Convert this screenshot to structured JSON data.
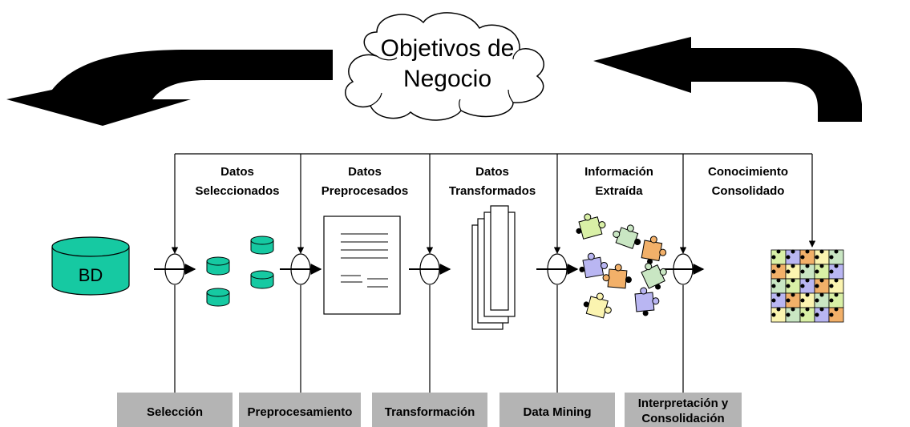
{
  "cloud": {
    "line1": "Objetivos de",
    "line2": "Negocio"
  },
  "database": {
    "label": "BD"
  },
  "stages": [
    {
      "line1": "Datos",
      "line2": "Seleccionados"
    },
    {
      "line1": "Datos",
      "line2": "Preprocesados"
    },
    {
      "line1": "Datos",
      "line2": "Transformados"
    },
    {
      "line1": "Información",
      "line2": "Extraída"
    },
    {
      "line1": "Conocimiento",
      "line2": "Consolidado"
    }
  ],
  "steps": [
    {
      "line1": "Selección",
      "line2": ""
    },
    {
      "line1": "Preprocesamiento",
      "line2": ""
    },
    {
      "line1": "Transformación",
      "line2": ""
    },
    {
      "line1": "Data Mining",
      "line2": ""
    },
    {
      "line1": "Interpretación y",
      "line2": "Consolidación"
    }
  ],
  "colors": {
    "cylinder": "#16c9a2",
    "cylinder_dark": "#0a8f70",
    "button": "#b4b4b4",
    "puzzle_colors": [
      "#d9f0a6",
      "#b9b6f2",
      "#f2b069",
      "#fbf4b0",
      "#c9e6c3"
    ]
  }
}
